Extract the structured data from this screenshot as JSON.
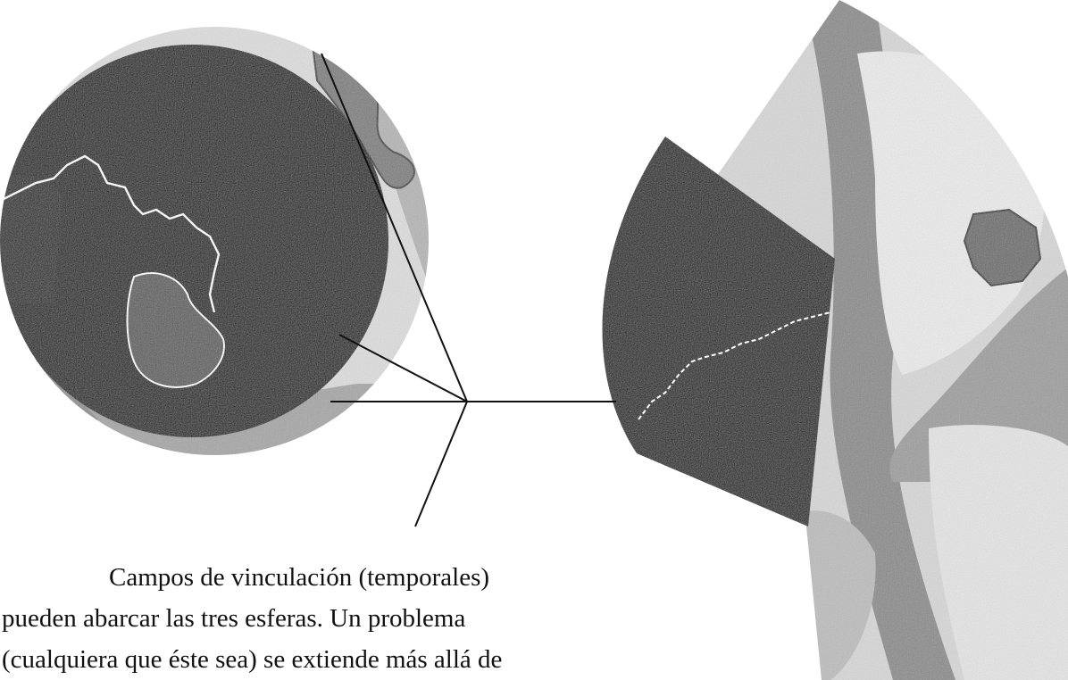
{
  "caption": {
    "line1": "Campos de vinculación (temporales)",
    "line2": "pueden abarcar las tres esferas. Un problema",
    "line3": "(cualquiera que éste sea) se extiende más allá de"
  },
  "colors": {
    "background": "#ffffff",
    "dark_region": "#0c0c0c",
    "light_region": "#e9e9e9",
    "mid_region": "#9a9a9a",
    "border_white": "#ffffff",
    "line": "#111111"
  }
}
